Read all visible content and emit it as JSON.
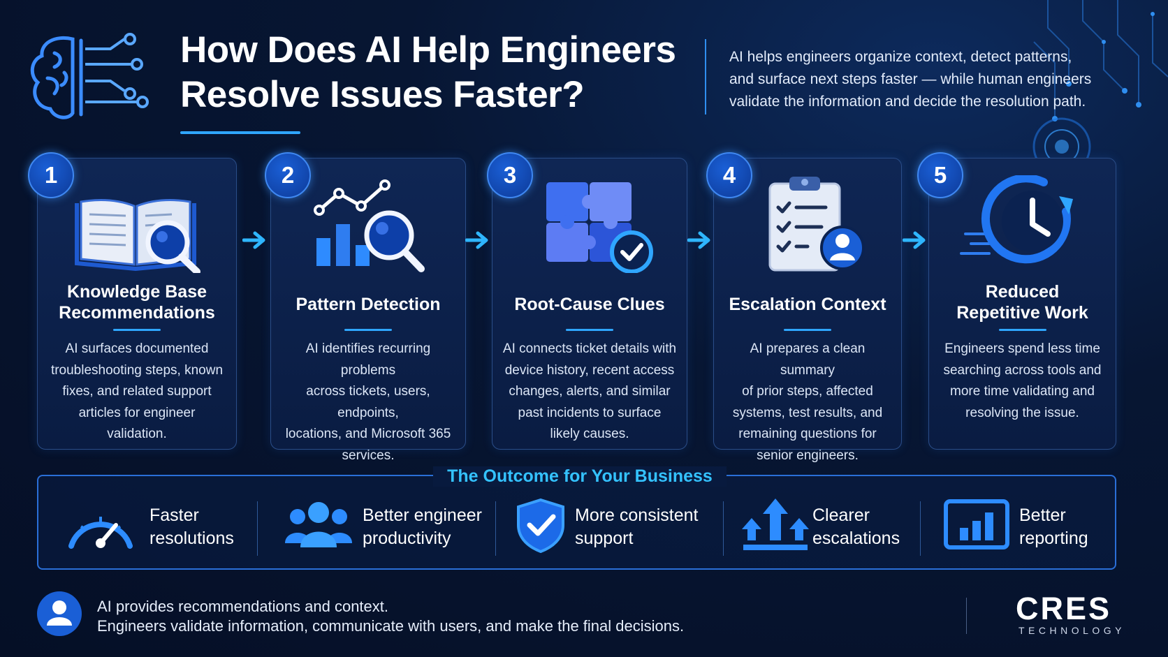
{
  "header": {
    "title_line1": "How Does AI Help Engineers",
    "title_line2": "Resolve Issues Faster?",
    "intro_line1": "AI helps engineers organize context, detect patterns,",
    "intro_line2": "and surface next steps faster — while human engineers",
    "intro_line3": "validate the information and decide the resolution path."
  },
  "cards": [
    {
      "number": "1",
      "title_lines": [
        "Knowledge Base",
        "Recommendations"
      ],
      "text_lines": [
        "AI surfaces documented",
        "troubleshooting steps, known",
        "fixes, and related support",
        "articles for engineer validation."
      ],
      "icon": "book-search-icon"
    },
    {
      "number": "2",
      "title_lines": [
        "Pattern Detection"
      ],
      "text_lines": [
        "AI identifies recurring problems",
        "across tickets, users, endpoints,",
        "locations, and Microsoft 365",
        "services."
      ],
      "icon": "chart-search-icon"
    },
    {
      "number": "3",
      "title_lines": [
        "Root-Cause Clues"
      ],
      "text_lines": [
        "AI connects ticket details with",
        "device history, recent access",
        "changes, alerts, and similar",
        "past incidents to surface",
        "likely causes."
      ],
      "icon": "puzzle-check-icon"
    },
    {
      "number": "4",
      "title_lines": [
        "Escalation Context"
      ],
      "text_lines": [
        "AI prepares a clean summary",
        "of prior steps, affected",
        "systems, test results, and",
        "remaining questions for",
        "senior engineers."
      ],
      "icon": "clipboard-user-icon"
    },
    {
      "number": "5",
      "title_lines": [
        "Reduced",
        "Repetitive Work"
      ],
      "text_lines": [
        "Engineers spend less time",
        "searching across tools and",
        "more time validating and",
        "resolving the issue."
      ],
      "icon": "clock-refresh-icon"
    }
  ],
  "outcome": {
    "title": "The Outcome for Your Business",
    "items": [
      {
        "line1": "Faster",
        "line2": "resolutions",
        "icon": "speedometer-icon"
      },
      {
        "line1": "Better engineer",
        "line2": "productivity",
        "icon": "team-icon"
      },
      {
        "line1": "More consistent",
        "line2": "support",
        "icon": "shield-check-icon"
      },
      {
        "line1": "Clearer",
        "line2": "escalations",
        "icon": "upload-arrows-icon"
      },
      {
        "line1": "Better",
        "line2": "reporting",
        "icon": "bar-chart-icon"
      }
    ]
  },
  "footer": {
    "line1": "AI provides recommendations and context.",
    "line2": "Engineers validate information, communicate with users, and make the final decisions."
  },
  "logo": {
    "main": "CRES",
    "sub": "TECHNOLOGY"
  },
  "colors": {
    "background": "#071633",
    "accent": "#2fa6ff",
    "outcome_title": "#34c2ff",
    "card_border": "#2a4d88"
  }
}
